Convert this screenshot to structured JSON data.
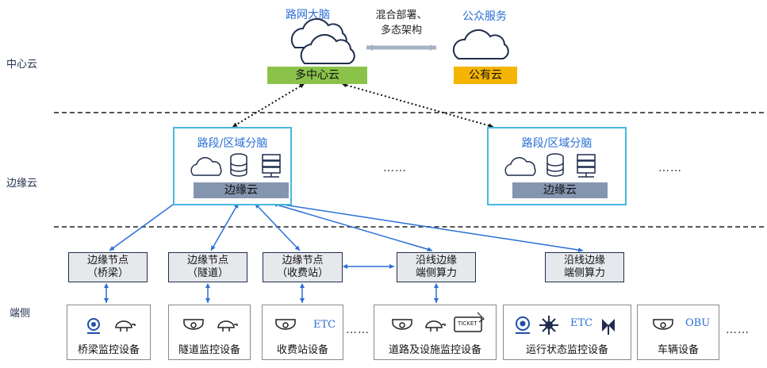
{
  "layers": {
    "center": "中心云",
    "edge": "边缘云",
    "terminal": "端侧"
  },
  "center": {
    "brain_title": "路网大脑",
    "brain_bar": "多中心云",
    "link_text": [
      "混合部署、",
      "多态架构"
    ],
    "public_title": "公众服务",
    "public_bar": "公有云",
    "colors": {
      "green": "#8bc34a",
      "orange": "#f4b400",
      "blue_text": "#2a6fd6"
    }
  },
  "edge": {
    "box_title": "路段/区域分脑",
    "box_bar": "边缘云",
    "ellipsis": "……"
  },
  "nodes": [
    {
      "lines": [
        "边缘节点",
        "（桥梁）"
      ]
    },
    {
      "lines": [
        "边缘节点",
        "（隧道）"
      ]
    },
    {
      "lines": [
        "边缘节点",
        "（收费站）"
      ]
    },
    {
      "lines": [
        "沿线边缘",
        "端侧算力"
      ]
    },
    {
      "lines": [
        "沿线边缘",
        "端侧算力"
      ]
    }
  ],
  "devices": [
    {
      "label": "桥梁监控设备",
      "icons": [
        "webcam-icon",
        "dome-camera-icon"
      ]
    },
    {
      "label": "隧道监控设备",
      "icons": [
        "cctv-camera-icon",
        "dome-camera-icon"
      ]
    },
    {
      "label": "收费站设备",
      "icons": [
        "cctv-camera-icon"
      ],
      "tag": "ETC"
    },
    {
      "label": "道路及设施监控设备",
      "icons": [
        "cctv-camera-icon",
        "dome-camera-icon",
        "ticket-icon"
      ],
      "ticket": "TICKET"
    },
    {
      "label": "运行状态监控设备",
      "icons": [
        "webcam-icon",
        "radar-icon",
        "antenna-icon"
      ],
      "tag": "ETC"
    },
    {
      "label": "车辆设备",
      "icons": [
        "cctv-camera-icon"
      ],
      "tag": "OBU"
    }
  ],
  "ellipsis": "……"
}
